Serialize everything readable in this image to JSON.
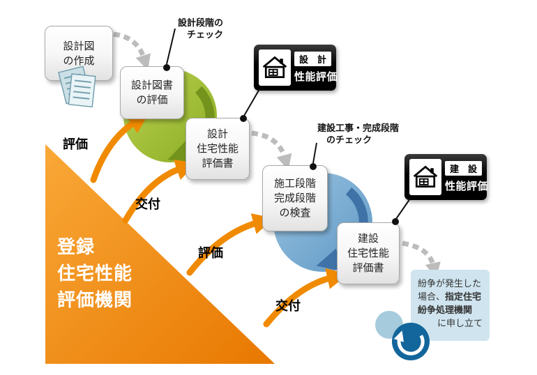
{
  "colors": {
    "triangle_orange": "#ef8200",
    "arrow_orange": "#f08a00",
    "green_circle": "#a0bf31",
    "green_arrow": "#73931c",
    "blue_circle": "#7fb2d8",
    "blue_arrow": "#3f72a6",
    "gray_arrow": "#bcbcbc",
    "badge_black": "#000000",
    "dispute_bg": "#cfe4ee",
    "dispute_icon_blue": "#13669b"
  },
  "triangle": {
    "line1": "登録",
    "line2": "住宅性能",
    "line3": "評価機関"
  },
  "boxes": {
    "design_drawing": {
      "line1": "設計図",
      "line2": "の作成"
    },
    "design_doc_eval": {
      "line1": "設計図書",
      "line2": "の評価"
    },
    "design_report": {
      "line1": "設計",
      "line2": "住宅性能",
      "line3": "評価書"
    },
    "inspection": {
      "line1": "施工段階",
      "line2": "完成段階",
      "line3": "の検査"
    },
    "construction_report": {
      "line1": "建設",
      "line2": "住宅性能",
      "line3": "評価書"
    }
  },
  "callouts": {
    "design_check": {
      "line1": "設計段階の",
      "line2": "チェック"
    },
    "construction_check": {
      "line1": "建設工事・完成段階",
      "line2": "のチェック"
    }
  },
  "badges": {
    "design": {
      "title": "設　計",
      "subtitle": "性能評価"
    },
    "construction": {
      "title": "建　設",
      "subtitle": "性能評価"
    }
  },
  "arrow_labels": {
    "evaluate_design": "評価",
    "issue_design": "交付",
    "evaluate_construction": "評価",
    "issue_construction": "交付"
  },
  "dispute": {
    "line1": "紛争が発生した",
    "line2_normal": "場合、",
    "line2_bold": "指定住宅",
    "line3_bold": "紛争処理機関",
    "line4": "に申し立て"
  }
}
